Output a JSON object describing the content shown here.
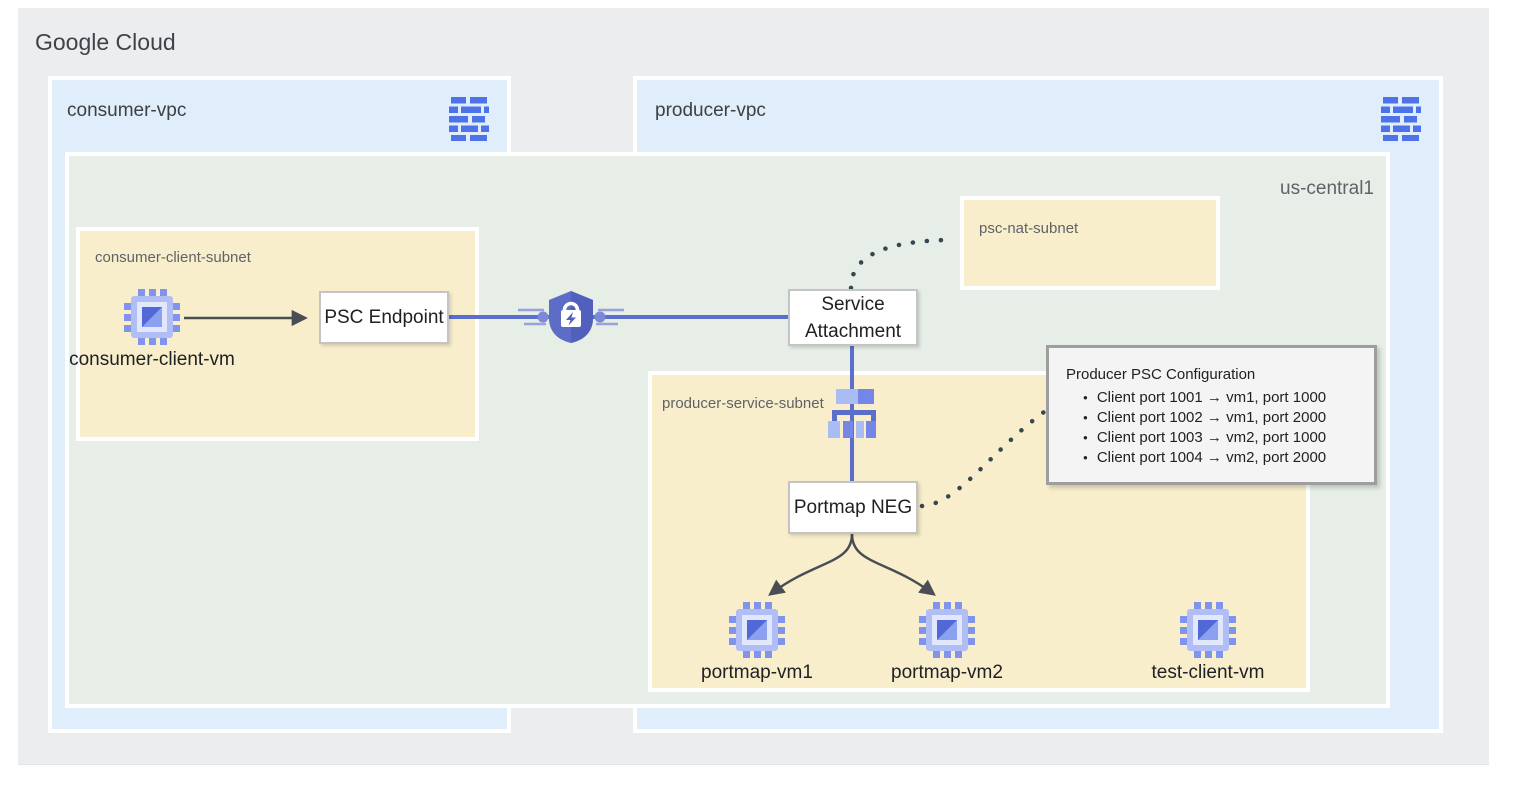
{
  "header": {
    "title": "Google Cloud"
  },
  "vpcs": {
    "consumer": {
      "label": "consumer-vpc",
      "icon": "vpc-network-icon"
    },
    "producer": {
      "label": "producer-vpc",
      "icon": "vpc-network-icon"
    }
  },
  "region": {
    "label": "us-central1"
  },
  "subnets": {
    "consumer_client": {
      "label": "consumer-client-subnet"
    },
    "psc_nat": {
      "label": "psc-nat-subnet"
    },
    "producer_service": {
      "label": "producer-service-subnet"
    }
  },
  "nodes": {
    "consumer_client_vm": {
      "label": "consumer-client-vm",
      "icon": "compute-engine-icon"
    },
    "psc_endpoint": {
      "label": "PSC Endpoint"
    },
    "service_attachment": {
      "label": "Service Attachment"
    },
    "portmap_neg": {
      "label": "Portmap NEG"
    },
    "portmap_vm1": {
      "label": "portmap-vm1",
      "icon": "compute-engine-icon"
    },
    "portmap_vm2": {
      "label": "portmap-vm2",
      "icon": "compute-engine-icon"
    },
    "test_client_vm": {
      "label": "test-client-vm",
      "icon": "compute-engine-icon"
    },
    "load_balancer": {
      "icon": "load-balancer-icon"
    },
    "psc_connection": {
      "icon": "psc-shield-lock-icon"
    }
  },
  "callout": {
    "title": "Producer PSC Configuration",
    "items": [
      "Client port 1001 → vm1, port 1000",
      "Client port 1002 → vm1, port 2000",
      "Client port 1003 → vm2, port 1000",
      "Client port 1004 → vm2, port 2000"
    ]
  },
  "colors": {
    "container_fill": "#ecedee",
    "vpc_fill": "#e0edfa",
    "region_fill": "#e6eee5",
    "subnet_fill": "#f8eecb",
    "connector_blue": "#5b6ecb",
    "icon_blue": "#4e73e8",
    "arrow_dark": "#4a4e54",
    "dotted_line": "#37474f",
    "callout_fill": "#f4f4f4",
    "callout_border": "#9e9e9e"
  }
}
